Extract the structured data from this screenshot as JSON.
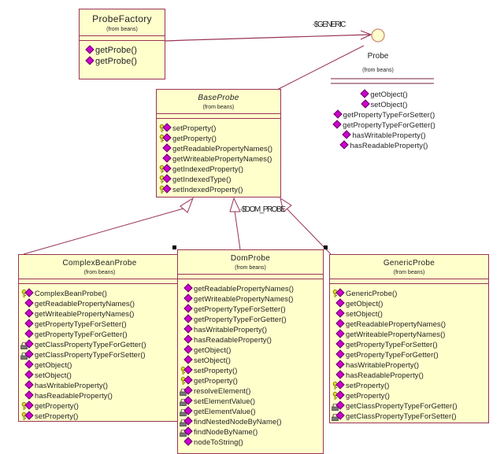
{
  "diagram_type": "UML class diagram",
  "colors": {
    "class_fill": "#ffffcc",
    "border": "#993355",
    "operation_public": "#cc00cc",
    "key_icon": "#cccc00",
    "lock_icon": "#555555"
  },
  "classes": {
    "probe_factory": {
      "name": "ProbeFactory",
      "package": "(from beans)",
      "operations": [
        {
          "name": "getProbe()",
          "visibility": "public"
        },
        {
          "name": "getProbe()",
          "visibility": "public"
        }
      ]
    },
    "probe": {
      "name": "Probe",
      "package": "(from beans)",
      "stereotype": "interface",
      "operations": [
        {
          "name": "getObject()",
          "visibility": "public"
        },
        {
          "name": "setObject()",
          "visibility": "public"
        },
        {
          "name": "getPropertyTypeForSetter()",
          "visibility": "public"
        },
        {
          "name": "getPropertyTypeForGetter()",
          "visibility": "public"
        },
        {
          "name": "hasWritableProperty()",
          "visibility": "public"
        },
        {
          "name": "hasReadableProperty()",
          "visibility": "public"
        }
      ]
    },
    "base_probe": {
      "name": "BaseProbe",
      "package": "(from beans)",
      "abstract": true,
      "operations": [
        {
          "name": "setProperty()",
          "visibility": "protected"
        },
        {
          "name": "getProperty()",
          "visibility": "protected"
        },
        {
          "name": "getReadablePropertyNames()",
          "visibility": "public"
        },
        {
          "name": "getWriteablePropertyNames()",
          "visibility": "public"
        },
        {
          "name": "getIndexedProperty()",
          "visibility": "protected"
        },
        {
          "name": "getIndexedType()",
          "visibility": "protected"
        },
        {
          "name": "setIndexedProperty()",
          "visibility": "protected"
        }
      ]
    },
    "complex_bean_probe": {
      "name": "ComplexBeanProbe",
      "package": "(from beans)",
      "operations": [
        {
          "name": "ComplexBeanProbe()",
          "visibility": "protected"
        },
        {
          "name": "getReadablePropertyNames()",
          "visibility": "public"
        },
        {
          "name": "getWriteablePropertyNames()",
          "visibility": "public"
        },
        {
          "name": "getPropertyTypeForSetter()",
          "visibility": "public"
        },
        {
          "name": "getPropertyTypeForGetter()",
          "visibility": "public"
        },
        {
          "name": "getClassPropertyTypeForGetter()",
          "visibility": "private"
        },
        {
          "name": "getClassPropertyTypeForSetter()",
          "visibility": "private"
        },
        {
          "name": "getObject()",
          "visibility": "public"
        },
        {
          "name": "setObject()",
          "visibility": "public"
        },
        {
          "name": "hasWritableProperty()",
          "visibility": "public"
        },
        {
          "name": "hasReadableProperty()",
          "visibility": "public"
        },
        {
          "name": "getProperty()",
          "visibility": "protected"
        },
        {
          "name": "setProperty()",
          "visibility": "protected"
        }
      ]
    },
    "dom_probe": {
      "name": "DomProbe",
      "package": "(from beans)",
      "operations": [
        {
          "name": "getReadablePropertyNames()",
          "visibility": "public"
        },
        {
          "name": "getWriteablePropertyNames()",
          "visibility": "public"
        },
        {
          "name": "getPropertyTypeForSetter()",
          "visibility": "public"
        },
        {
          "name": "getPropertyTypeForGetter()",
          "visibility": "public"
        },
        {
          "name": "hasWritableProperty()",
          "visibility": "public"
        },
        {
          "name": "hasReadableProperty()",
          "visibility": "public"
        },
        {
          "name": "getObject()",
          "visibility": "public"
        },
        {
          "name": "setObject()",
          "visibility": "public"
        },
        {
          "name": "setProperty()",
          "visibility": "protected"
        },
        {
          "name": "getProperty()",
          "visibility": "protected"
        },
        {
          "name": "resolveElement()",
          "visibility": "private"
        },
        {
          "name": "setElementValue()",
          "visibility": "private"
        },
        {
          "name": "getElementValue()",
          "visibility": "private"
        },
        {
          "name": "findNestedNodeByName()",
          "visibility": "private"
        },
        {
          "name": "findNodeByName()",
          "visibility": "private"
        },
        {
          "name": "nodeToString()",
          "visibility": "public"
        }
      ]
    },
    "generic_probe": {
      "name": "GenericProbe",
      "package": "(from beans)",
      "operations": [
        {
          "name": "GenericProbe()",
          "visibility": "protected"
        },
        {
          "name": "getObject()",
          "visibility": "public"
        },
        {
          "name": "setObject()",
          "visibility": "public"
        },
        {
          "name": "getReadablePropertyNames()",
          "visibility": "public"
        },
        {
          "name": "getWriteablePropertyNames()",
          "visibility": "public"
        },
        {
          "name": "getPropertyTypeForSetter()",
          "visibility": "public"
        },
        {
          "name": "getPropertyTypeForGetter()",
          "visibility": "public"
        },
        {
          "name": "hasWritableProperty()",
          "visibility": "public"
        },
        {
          "name": "hasReadableProperty()",
          "visibility": "public"
        },
        {
          "name": "setProperty()",
          "visibility": "protected"
        },
        {
          "name": "getProperty()",
          "visibility": "protected"
        },
        {
          "name": "getClassPropertyTypeForGetter()",
          "visibility": "private"
        },
        {
          "name": "getClassPropertyTypeForSetter()",
          "visibility": "private"
        }
      ]
    }
  },
  "labels": {
    "factory_assoc_role": "-$GENERIC",
    "inheritance_role": "-$DOM_PROBE"
  },
  "relationships": [
    {
      "from": "ProbeFactory",
      "to": "Probe",
      "type": "association"
    },
    {
      "from": "BaseProbe",
      "to": "Probe",
      "type": "realization"
    },
    {
      "from": "ComplexBeanProbe",
      "to": "BaseProbe",
      "type": "generalization"
    },
    {
      "from": "DomProbe",
      "to": "BaseProbe",
      "type": "generalization"
    },
    {
      "from": "GenericProbe",
      "to": "BaseProbe",
      "type": "generalization"
    }
  ]
}
